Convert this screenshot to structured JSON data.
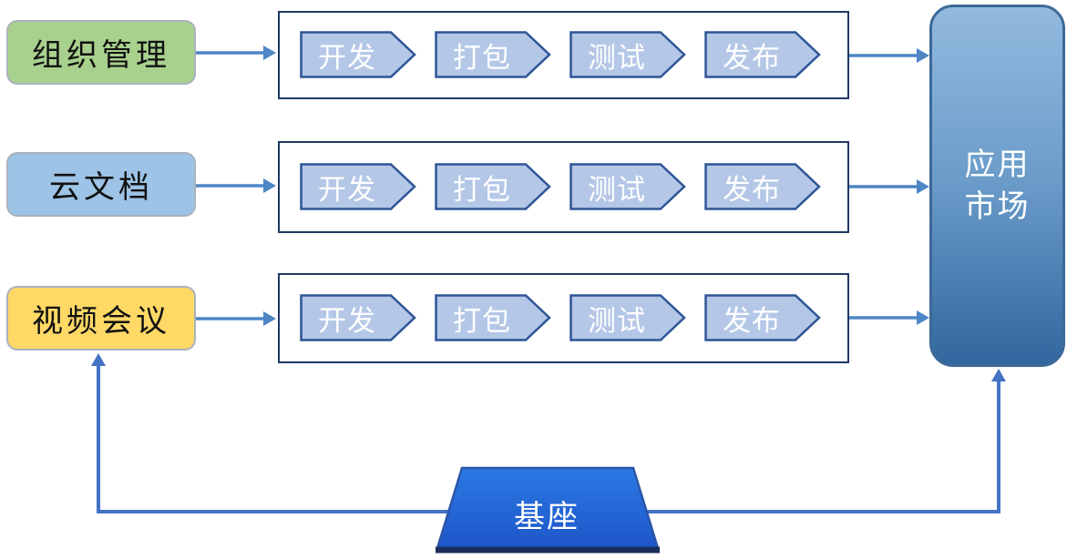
{
  "diagram": {
    "sources": [
      {
        "label": "组织管理",
        "fill": "#a9d18e"
      },
      {
        "label": "云文档",
        "fill": "#9dc3e6"
      },
      {
        "label": "视频会议",
        "fill": "#ffd966"
      }
    ],
    "pipeline": {
      "stages": [
        "开发",
        "打包",
        "测试",
        "发布"
      ],
      "row_count": 3,
      "stage_fill": "#b4c7e7",
      "stage_border": "#2e5596",
      "container_border": "#1f3864"
    },
    "market": {
      "label": "应用\n市场",
      "gradient_top": "#93bade",
      "gradient_bottom": "#32679f",
      "border": "#3c6a97"
    },
    "base": {
      "label": "基座",
      "fill_top": "#2b79e4",
      "fill_bottom": "#1e56c8",
      "bottom_border": "#1c2f5a"
    },
    "connectors": {
      "straight_arrow_color": "#4e86c6",
      "loop_color": "#4472c4"
    }
  }
}
